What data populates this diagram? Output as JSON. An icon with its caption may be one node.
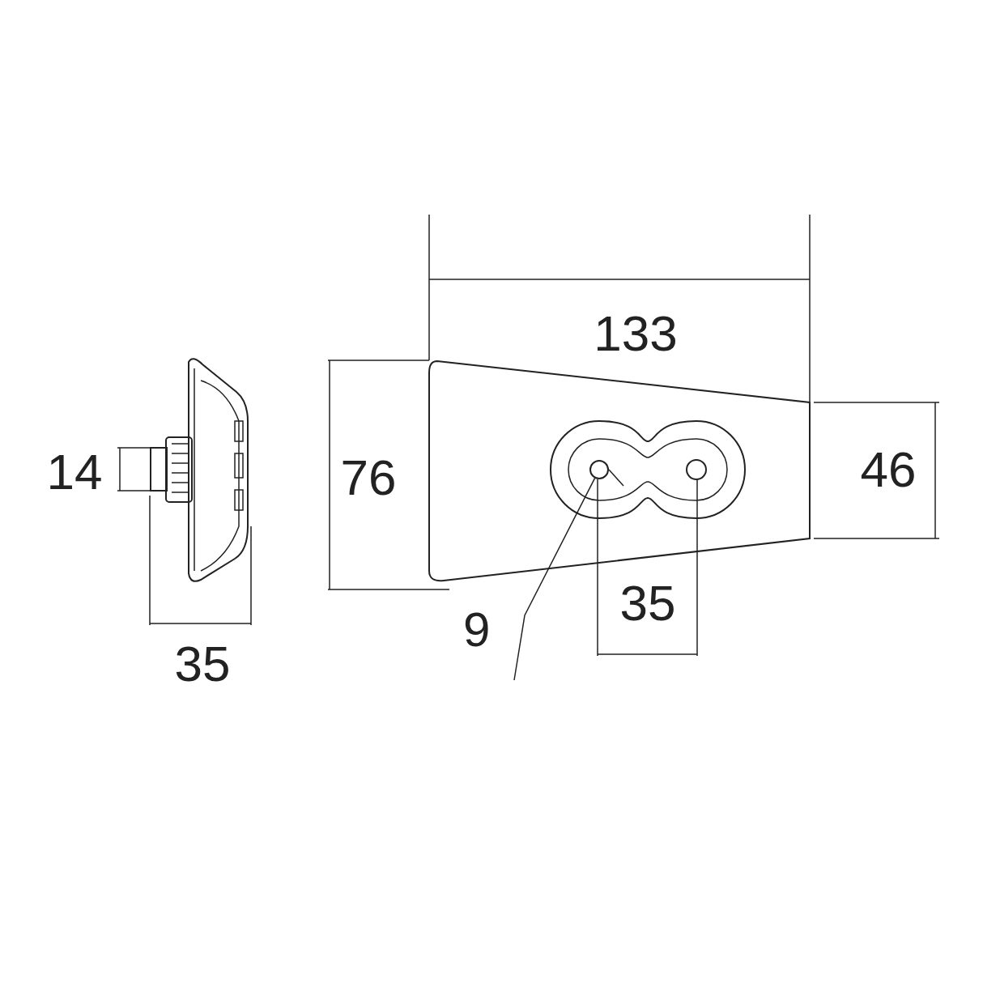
{
  "diagram": {
    "nodes": [
      {
        "text": [
          "9"
        ]
      },
      {
        "text": [],
        "shape": "circle"
      }
    ],
    "edges": [
      {
        "from": 0,
        "to": 1,
        "arrow": "none"
      }
    ],
    "labels": [
      "133",
      "14",
      "76",
      "46",
      "35",
      "35"
    ]
  }
}
